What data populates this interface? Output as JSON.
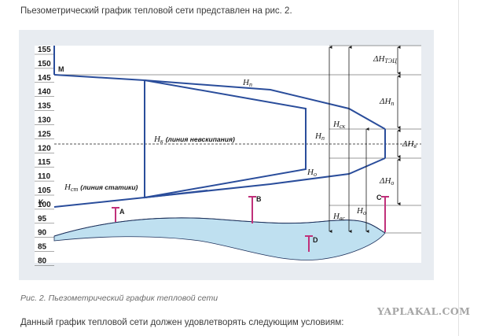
{
  "article": {
    "intro": "Пьезометрический график тепловой сети представлен на рис. 2.",
    "caption": "Рис. 2. Пьезометрический график тепловой сети",
    "outro": "Данный график тепловой сети должен удовлетворять следующим условиям:",
    "watermark": "YAPLAKAL.COM"
  },
  "colors": {
    "line": "#2a4d9b",
    "marker": "#c0307a",
    "ground_fill": "#bfe0f0",
    "ground_stroke": "#1b2f5a"
  },
  "chart_data": {
    "type": "line",
    "yticks": [
      "155",
      "150",
      "145",
      "140",
      "135",
      "130",
      "125",
      "120",
      "115",
      "110",
      "105",
      "100",
      "95",
      "90",
      "85",
      "80"
    ],
    "ylim": [
      80,
      155
    ],
    "points": {
      "M": "M",
      "K": "K",
      "A": "A",
      "B": "B",
      "C": "C",
      "D": "D"
    },
    "labels": {
      "hp_top": {
        "main": "H",
        "sub": "п"
      },
      "hp_mid": {
        "main": "H",
        "sub": "п"
      },
      "ho_mid": {
        "main": "H",
        "sub": "о"
      },
      "hk": {
        "main": "H",
        "sub": "к",
        "text": "(линия невскипания)"
      },
      "hst": {
        "main": "H",
        "sub": "ст",
        "text": "(линия статики)"
      },
      "hsk": {
        "main": "H",
        "sub": "ск"
      },
      "hvs": {
        "main": "H",
        "sub": "вс"
      },
      "ho_right": {
        "main": "H",
        "sub": "о"
      },
      "dh_tec": {
        "main": "ΔH",
        "sub": "ТЭЦ"
      },
      "dh_p": {
        "main": "ΔH",
        "sub": "п"
      },
      "dh_v": {
        "main": "ΔH",
        "sub": "в"
      },
      "dh_o": {
        "main": "ΔH",
        "sub": "о"
      }
    }
  }
}
